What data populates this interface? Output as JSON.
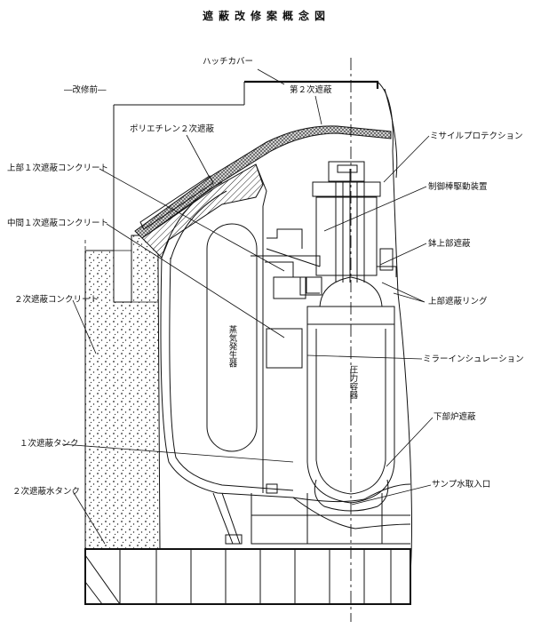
{
  "title": "遮蔽改修案概念図",
  "labels": {
    "before_modification": "―改修前―",
    "hatch_cover": "ハッチカバー",
    "secondary_shield_2": "第２次遮蔽",
    "polyethylene_secondary_shield": "ポリエチレン２次遮蔽",
    "missile_protection": "ミサイルプロテクション",
    "upper_primary_shield_concrete": "上部１次遮蔽コンクリート",
    "control_rod_drive": "制御棒駆動装置",
    "middle_primary_shield_concrete": "中間１次遮蔽コンクリート",
    "head_shield": "鉢上部遮蔽",
    "upper_shield_ring": "上部遮蔽リング",
    "secondary_shield_concrete": "２次遮蔽コンクリート",
    "mirror_insulation": "ミラーインシュレーション",
    "steam_generator": "蒸気発生器",
    "pressure_vessel": "圧力容器",
    "lower_furnace_shield": "下部炉遮蔽",
    "primary_shield_tank": "１次遮蔽タンク",
    "sump_water_inlet": "サンプ水取入口",
    "secondary_shield_water_tank": "２次遮蔽水タンク"
  }
}
